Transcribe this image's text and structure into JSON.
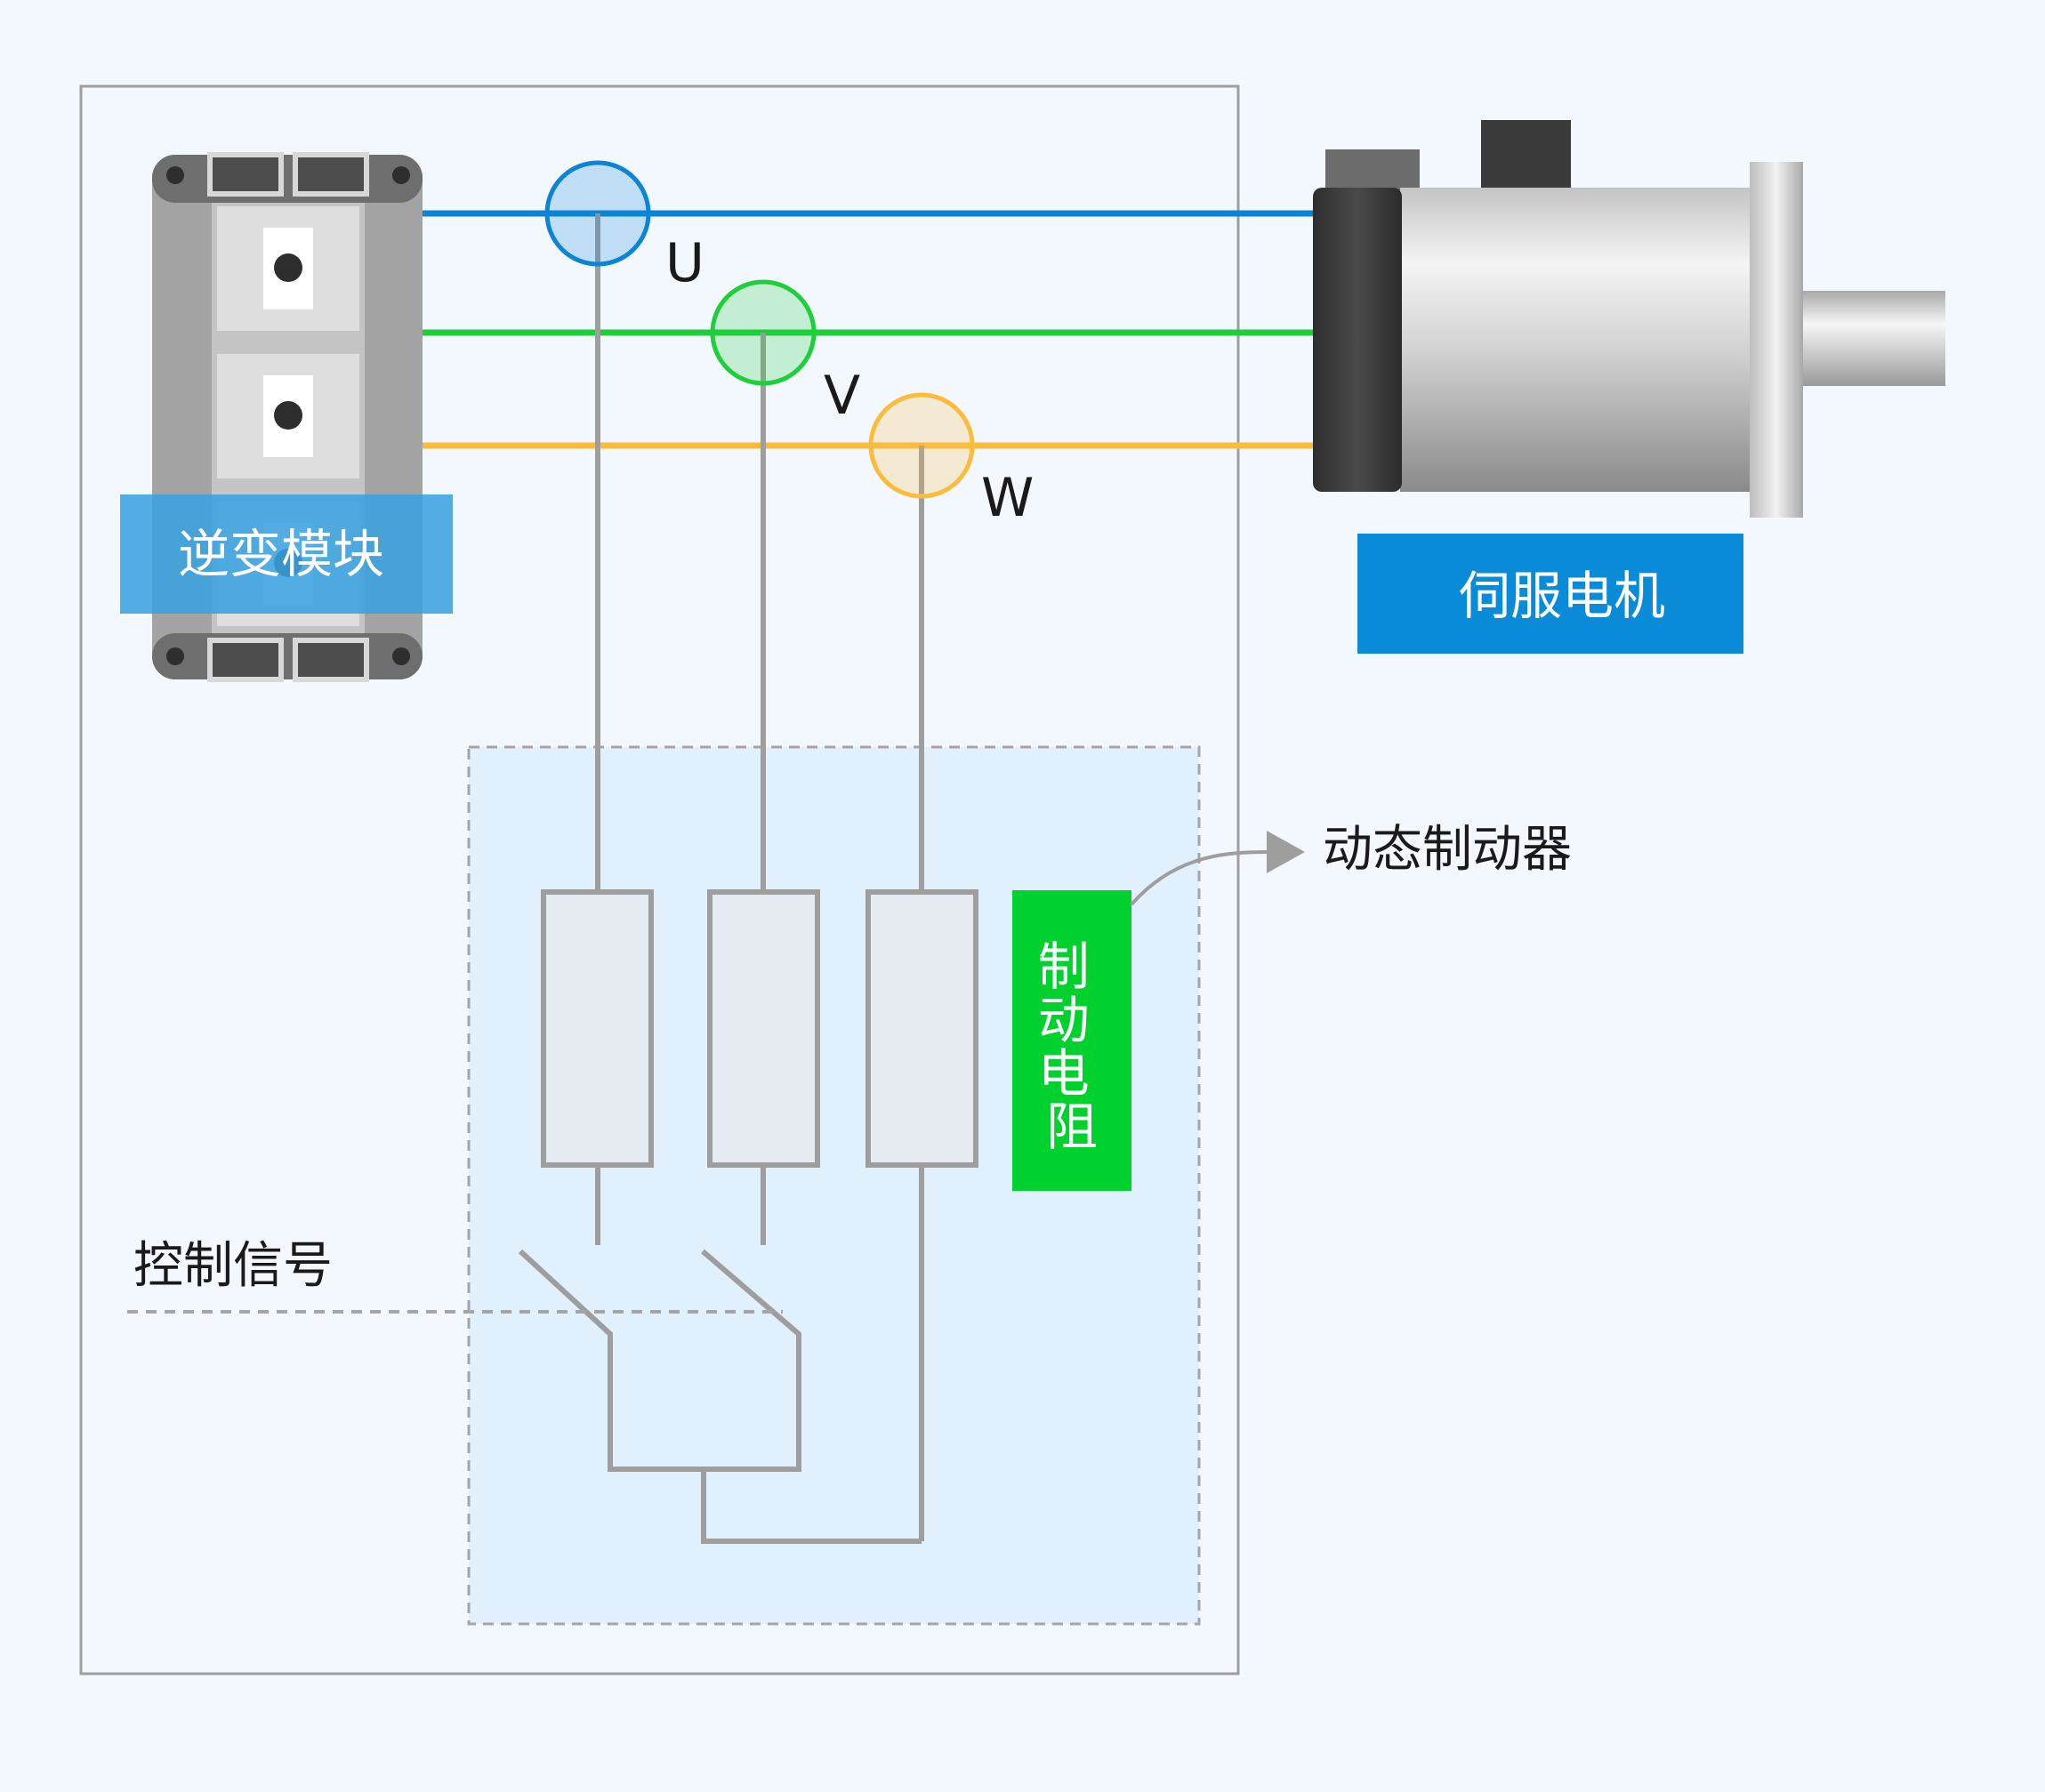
{
  "colors": {
    "background": "#f2f8fe",
    "phase_u": "#0b84d6",
    "phase_v": "#1fcf3a",
    "phase_w": "#fbbc3d",
    "wire": "#9e9e9e",
    "inverter_label_bg": "#3aa2df",
    "motor_label_bg": "#0a8bd7",
    "resistor_label_bg": "#00d12e",
    "brake_region": "#e0f1fd"
  },
  "inverter": {
    "label": "逆变模块"
  },
  "motor": {
    "label": "伺服电机"
  },
  "phases": [
    {
      "label": "U"
    },
    {
      "label": "V"
    },
    {
      "label": "W"
    }
  ],
  "brake_resistor": {
    "label": "制动电阻",
    "chars": [
      "制",
      "动",
      "电",
      "阻"
    ]
  },
  "dynamic_brake": {
    "label": "动态制动器"
  },
  "control_signal": {
    "label": "控制信号"
  }
}
